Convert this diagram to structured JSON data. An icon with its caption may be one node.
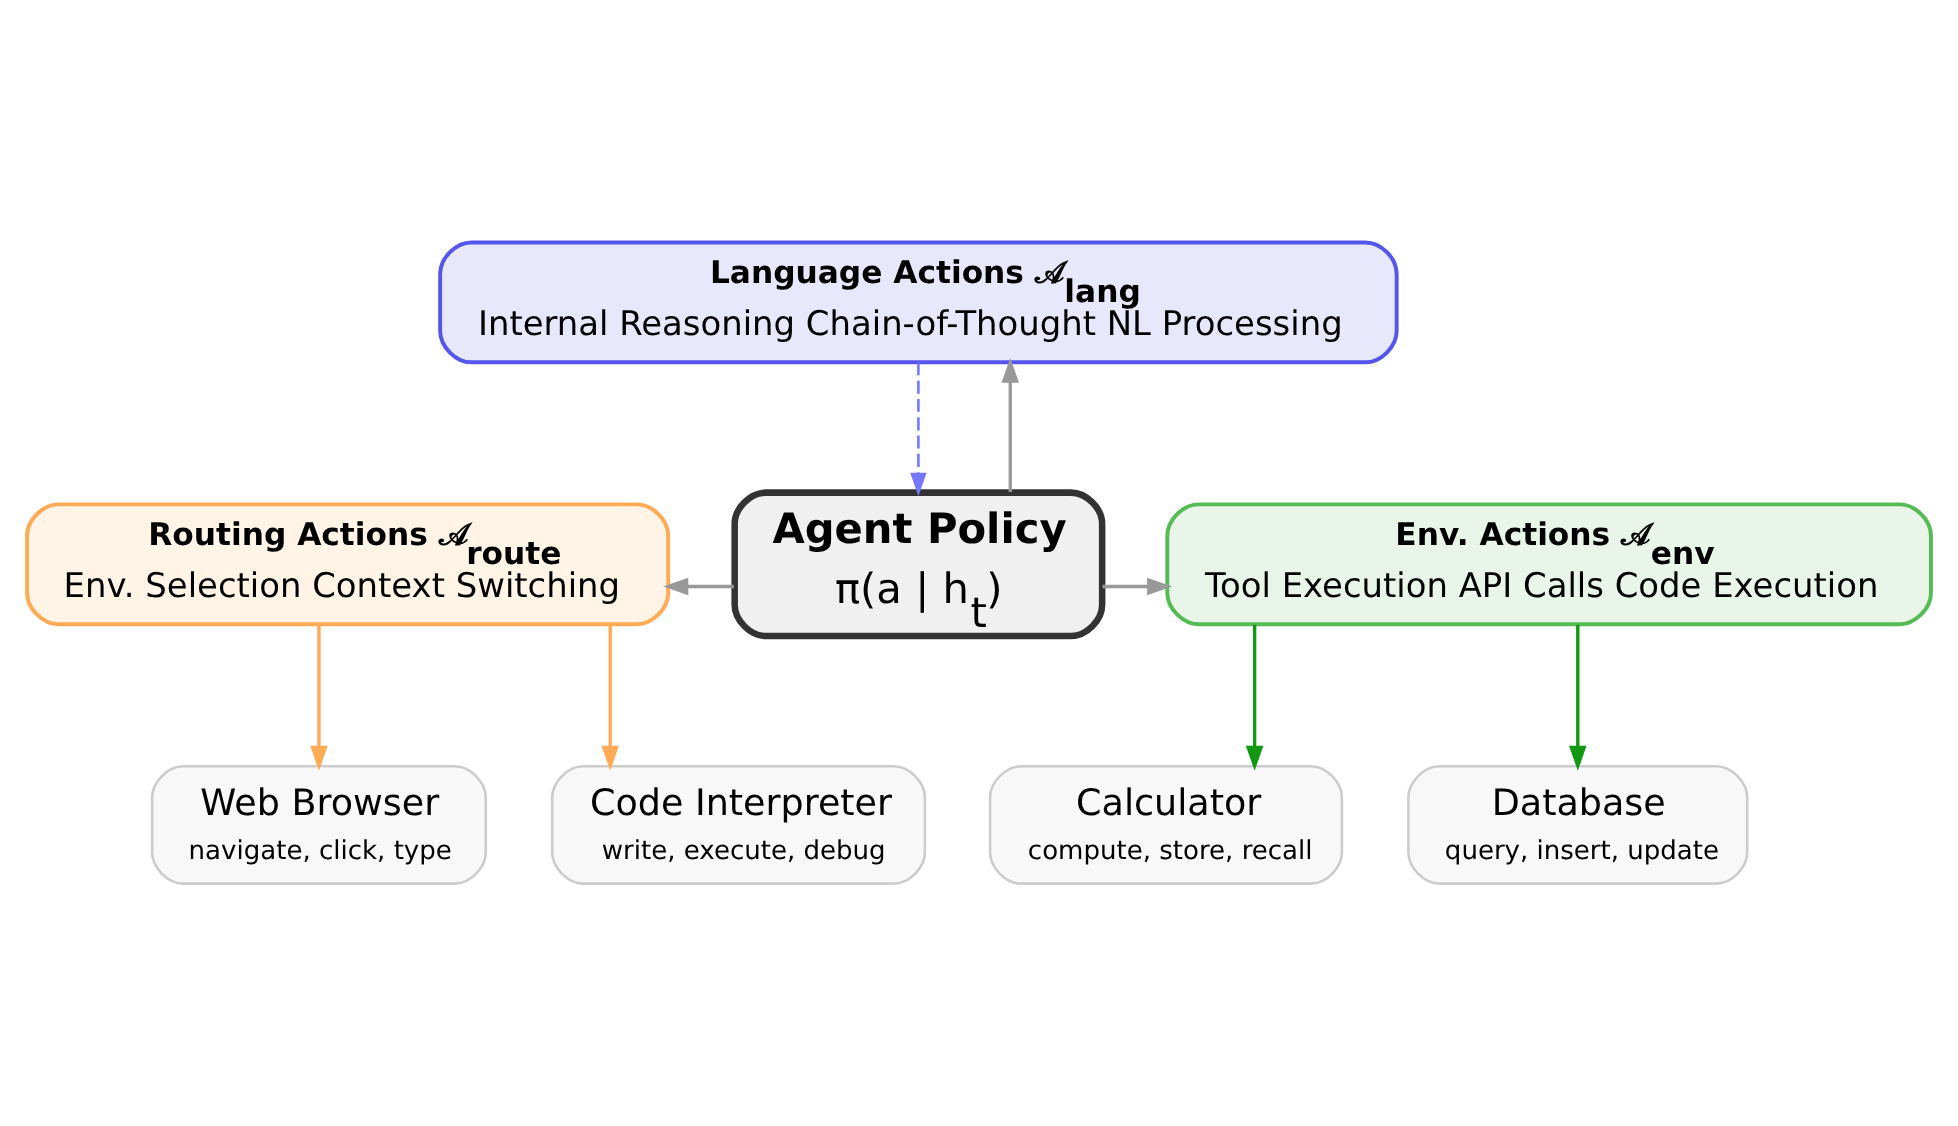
{
  "diagram": {
    "nodes": [
      {
        "text": [
          "Language Actions 𝒜$_{lang}$",
          "Internal Reasoning Chain-of-Thought NL Processing"
        ]
      },
      {
        "text": [
          "Routing Actions 𝒜$_{route}$",
          "Env. Selection Context Switching"
        ]
      },
      {
        "text": [
          "Agent Policy",
          "π(a | h$_{t}$)"
        ]
      },
      {
        "text": [
          "Env. Actions 𝒜$_{env}$",
          "Tool Execution API Calls Code Execution"
        ]
      },
      {
        "text": [
          "Web Browser",
          "navigate, click, type"
        ]
      },
      {
        "text": [
          "Code Interpreter",
          "write, execute, debug"
        ]
      },
      {
        "text": [
          "Calculator",
          "compute, store, recall"
        ]
      },
      {
        "text": [
          "Database",
          "query, insert, update"
        ]
      }
    ],
    "edges": [
      {
        "from": 2,
        "to": 0,
        "arrow": "to",
        "color": "#999999"
      },
      {
        "from": 2,
        "to": 1,
        "arrow": "to",
        "color": "#999999"
      },
      {
        "from": 2,
        "to": 3,
        "arrow": "to",
        "color": "#999999"
      },
      {
        "from": 0,
        "to": 2,
        "arrow": "to",
        "style": "dashed",
        "color": "#7777ff"
      },
      {
        "from": 1,
        "to": 4,
        "arrow": "to",
        "color": "#ffaa55"
      },
      {
        "from": 1,
        "to": 5,
        "arrow": "to",
        "color": "#ffaa55"
      },
      {
        "from": 3,
        "to": 6,
        "arrow": "to",
        "color": "#119911"
      },
      {
        "from": 3,
        "to": 7,
        "arrow": "to",
        "color": "#119911"
      }
    ]
  }
}
